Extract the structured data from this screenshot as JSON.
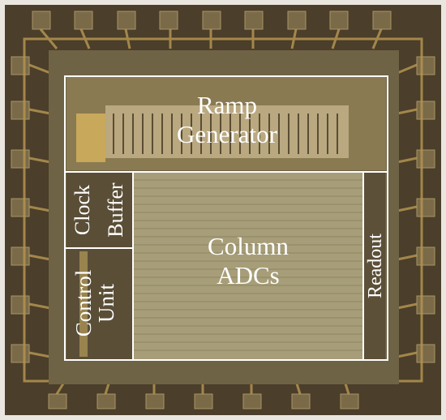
{
  "blocks": {
    "ramp": [
      "Ramp",
      "Generator"
    ],
    "clock": "Clock",
    "buffer": "Buffer",
    "control": "Control",
    "unit": "Unit",
    "adc": [
      "Column",
      "ADCs"
    ],
    "readout": "Readout"
  },
  "colors": {
    "outline": "#ffffff",
    "label": "#ffffff",
    "die_background": "#4a3f2c",
    "metal_gold": "#b89a55",
    "adc_fill": "#a8a07c"
  }
}
